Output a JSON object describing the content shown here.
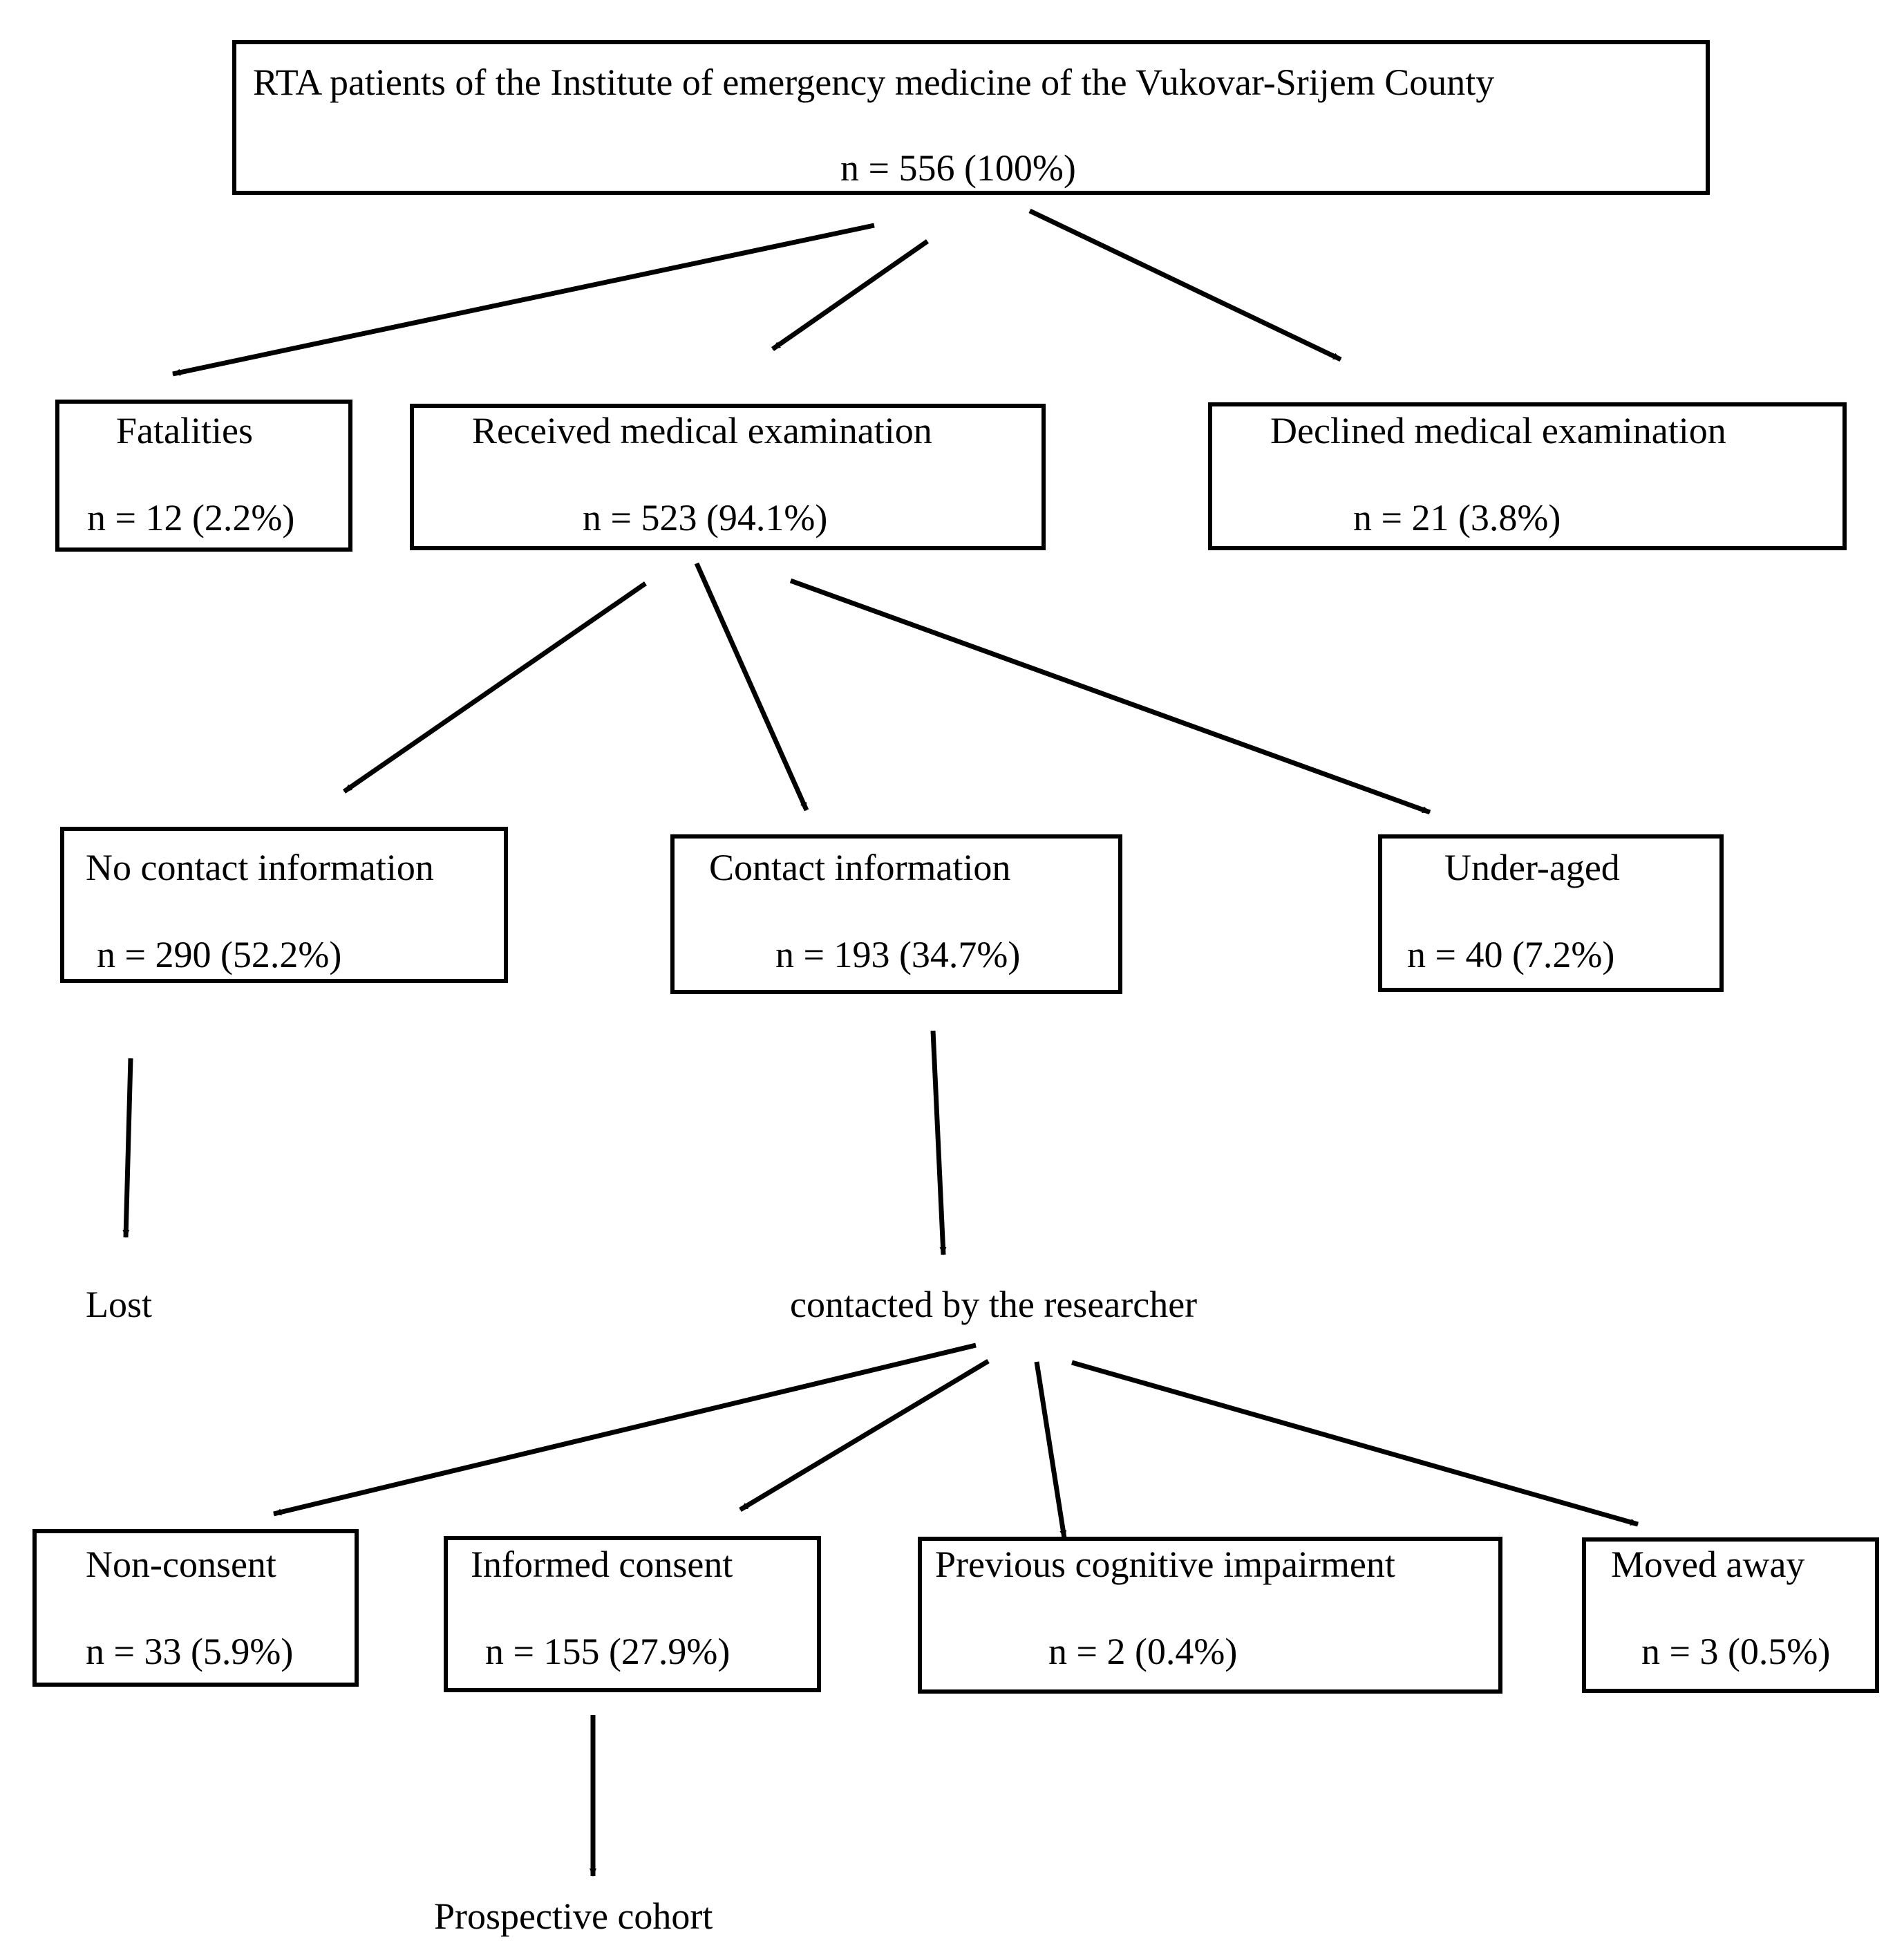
{
  "flowchart": {
    "root": {
      "title": "RTA patients of the Institute of emergency medicine of the Vukovar-Srijem County",
      "count": "n = 556 (100%)"
    },
    "level1": {
      "fatalities": {
        "title": "Fatalities",
        "count": "n = 12 (2.2%)"
      },
      "received": {
        "title": "Received medical examination",
        "count": "n = 523 (94.1%)"
      },
      "declined": {
        "title": "Declined medical examination",
        "count": "n = 21 (3.8%)"
      }
    },
    "level2": {
      "no_contact": {
        "title": "No contact information",
        "count": "n = 290 (52.2%)"
      },
      "contact": {
        "title": "Contact information",
        "count": "n = 193 (34.7%)"
      },
      "under_aged": {
        "title": "Under-aged",
        "count": "n = 40 (7.2%)"
      }
    },
    "lost_label": "Lost",
    "contacted_label": "contacted by the researcher",
    "level3": {
      "non_consent": {
        "title": "Non-consent",
        "count": "n = 33 (5.9%)"
      },
      "informed_consent": {
        "title": "Informed consent",
        "count": "n = 155 (27.9%)"
      },
      "cognitive": {
        "title": "Previous cognitive impairment",
        "count": "n = 2 (0.4%)"
      },
      "moved_away": {
        "title": "Moved away",
        "count": "n = 3 (0.5%)"
      }
    },
    "cohort_label": "Prospective cohort"
  }
}
